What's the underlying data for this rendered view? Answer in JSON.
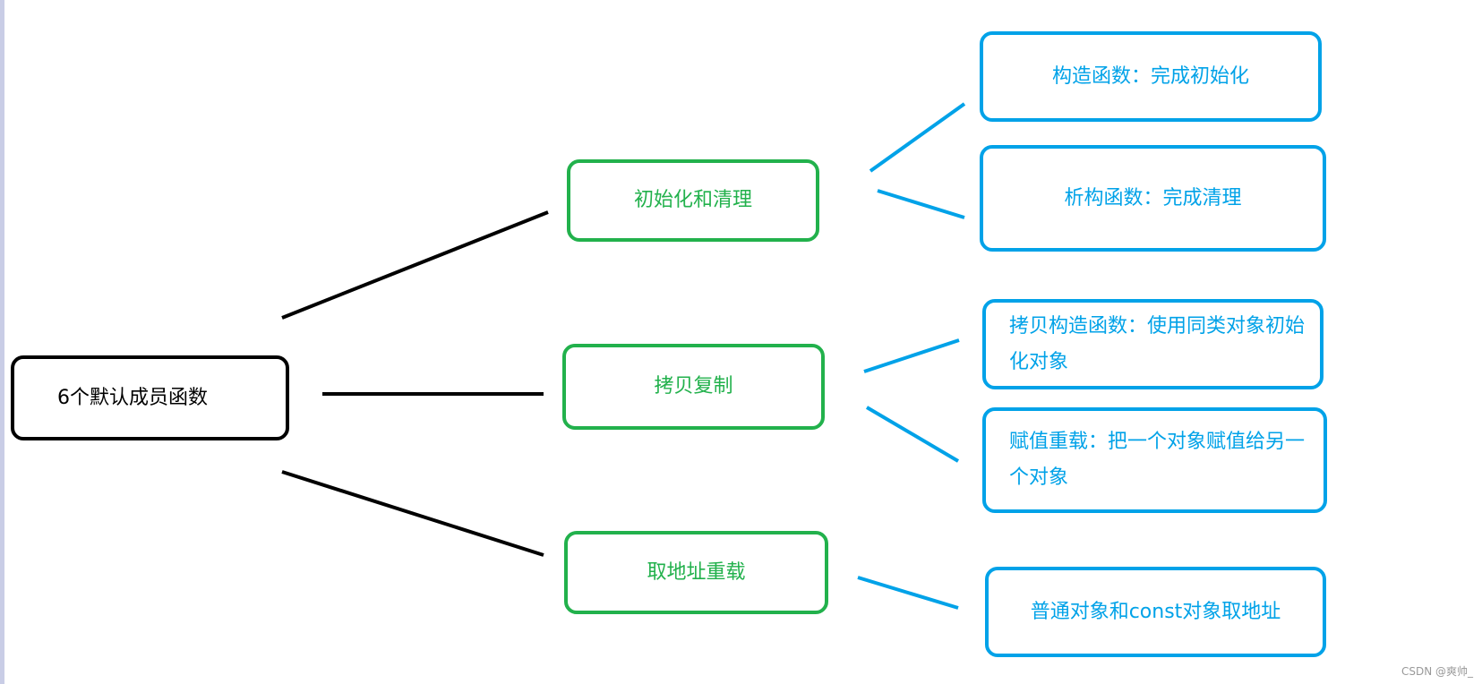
{
  "diagram": {
    "root": {
      "label": "6个默认成员函数"
    },
    "categories": [
      {
        "label": "初始化和清理"
      },
      {
        "label": "拷贝复制"
      },
      {
        "label": "取地址重载"
      }
    ],
    "details": [
      {
        "label": "构造函数：完成初始化"
      },
      {
        "label": "析构函数：完成清理"
      },
      {
        "label": "拷贝构造函数：使用同类对象初始化对象"
      },
      {
        "label": "赋值重载：把一个对象赋值给另一个对象"
      },
      {
        "label": "普通对象和const对象取地址"
      }
    ]
  },
  "colors": {
    "root": "#000000",
    "category": "#22b14c",
    "detail": "#00a2e8"
  },
  "watermark": "CSDN @爽帅_"
}
